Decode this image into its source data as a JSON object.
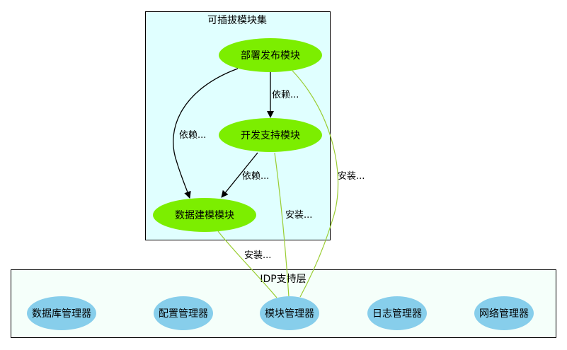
{
  "colors": {
    "plugin_cluster_fill": "#e0ffff",
    "support_cluster_fill": "#f5fffa",
    "plugin_node_fill": "#7cee00",
    "support_node_fill": "#87ceeb",
    "install_edge": "#9acd32",
    "depend_edge": "#000000"
  },
  "clusters": {
    "plugin": {
      "title": "可插拔模块集"
    },
    "support": {
      "title": "IDP支持层"
    }
  },
  "nodes": {
    "deploy": "部署发布模块",
    "devsupport": "开发支持模块",
    "datamodel": "数据建模模块",
    "dbmgr": "数据库管理器",
    "configmgr": "配置管理器",
    "modulemgr": "模块管理器",
    "logmgr": "日志管理器",
    "netmgr": "网络管理器"
  },
  "edges": {
    "deploy_dev": "依赖...",
    "deploy_data": "依赖...",
    "dev_data": "依赖...",
    "deploy_install": "安装...",
    "dev_install": "安装...",
    "data_install": "安装..."
  }
}
